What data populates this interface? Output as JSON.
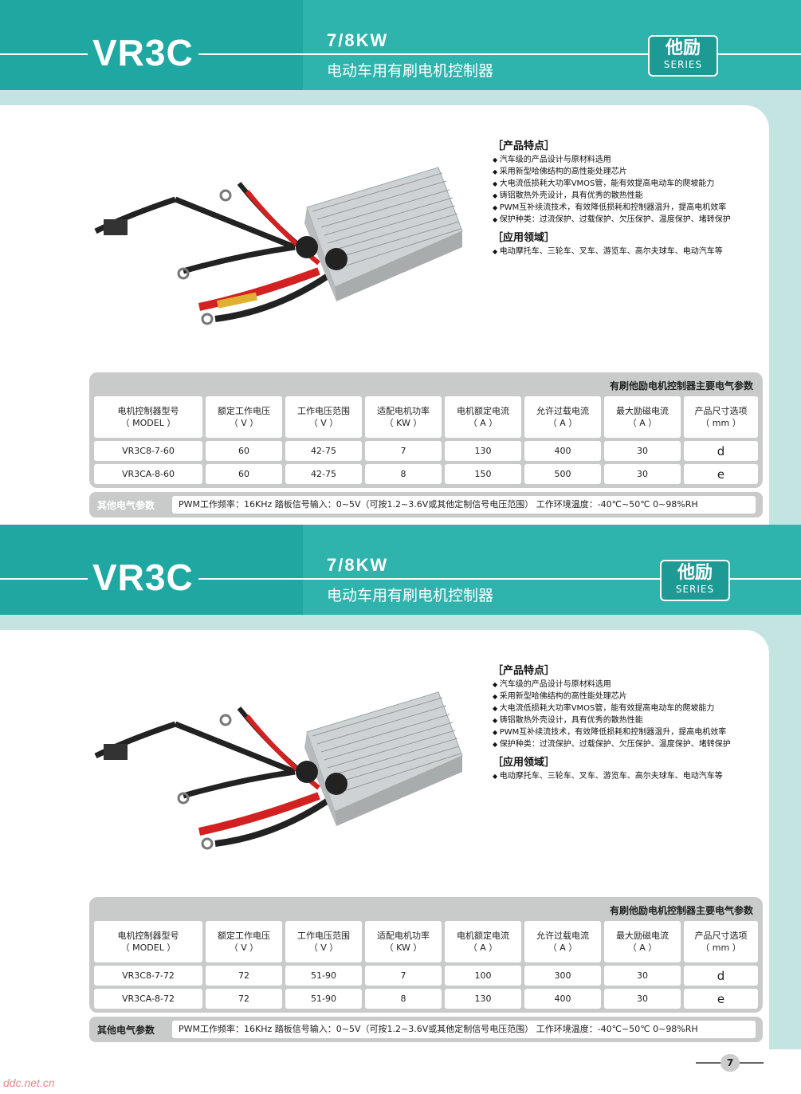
{
  "header": {
    "brand": "VR3C",
    "power": "7/8KW",
    "subtitle": "电动车用有刷电机控制器",
    "series_cn": "他励",
    "series_en": "SERIES"
  },
  "features": {
    "title": "［产品特点］",
    "items": [
      "汽车级的产品设计与原材料选用",
      "采用新型哈佛结构的高性能处理芯片",
      "大电流低损耗大功率VMOS管，能有效提高电动车的爬坡能力",
      "铸铝散热外壳设计，具有优秀的散热性能",
      "PWM互补续流技术，有效降低损耗和控制器温升，提高电机效率",
      "保护种类：过流保护、过载保护、欠压保护、温度保护、堵转保护"
    ],
    "app_title": "［应用领域］",
    "app_items": [
      "电动摩托车、三轮车、叉车、游览车、高尔夫球车、电动汽车等"
    ]
  },
  "table": {
    "caption": "有刷他励电机控制器主要电气参数",
    "headers": [
      [
        "电机控制器型号",
        "（ MODEL ）"
      ],
      [
        "额定工作电压",
        "（ V ）"
      ],
      [
        "工作电压范围",
        "（ V ）"
      ],
      [
        "适配电机功率",
        "（ KW ）"
      ],
      [
        "电机额定电流",
        "（ A ）"
      ],
      [
        "允许过载电流",
        "（ A ）"
      ],
      [
        "最大励磁电流",
        "（ A ）"
      ],
      [
        "产品尺寸选项",
        "（ mm ）"
      ]
    ]
  },
  "section1": {
    "rows": [
      [
        "VR3C8-7-60",
        "60",
        "42-75",
        "7",
        "130",
        "400",
        "30",
        "d"
      ],
      [
        "VR3CA-8-60",
        "60",
        "42-75",
        "8",
        "150",
        "500",
        "30",
        "e"
      ]
    ]
  },
  "section2": {
    "rows": [
      [
        "VR3C8-7-72",
        "72",
        "51-90",
        "7",
        "100",
        "300",
        "30",
        "d"
      ],
      [
        "VR3CA-8-72",
        "72",
        "51-90",
        "8",
        "130",
        "400",
        "30",
        "e"
      ]
    ]
  },
  "other": {
    "label": "其他电气参数",
    "text": "PWM工作频率：16KHz  踏板信号输入：0~5V（可按1.2~3.6V或其他定制信号电压范围） 工作环境温度：-40℃~50℃  0~98%RH"
  },
  "page_number": "7",
  "watermark": "ddc.net.cn",
  "colors": {
    "teal_dark": "#1fa8a1",
    "teal_light": "#2fb3ad",
    "band": "#c4e4e2",
    "table_bg": "#c9cbcb"
  }
}
